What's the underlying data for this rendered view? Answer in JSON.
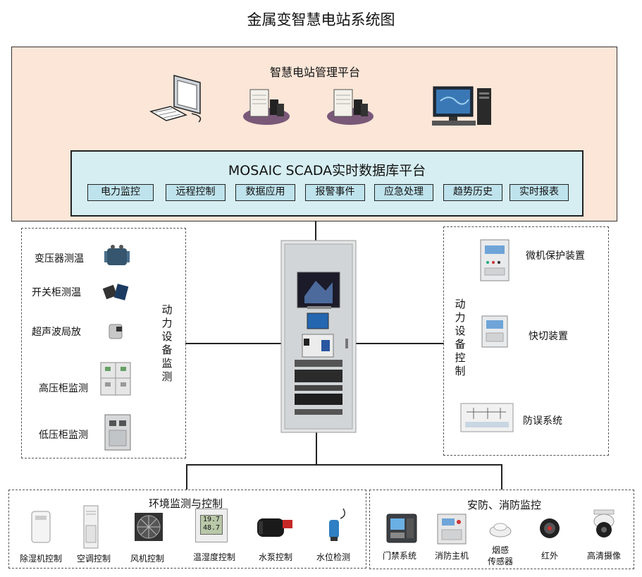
{
  "title": "金属变智慧电站系统图",
  "platform": {
    "title": "智慧电站管理平台",
    "scada_title": "MOSAIC SCADA实时数据库平台",
    "modules": [
      "电力监控",
      "远程控制",
      "数据应用",
      "报警事件",
      "应急处理",
      "趋势历史",
      "实时报表"
    ]
  },
  "power_monitoring": {
    "title": "动力设备监测",
    "items": [
      "变压器测温",
      "开关柜测温",
      "超声波局放",
      "高压柜监测",
      "低压柜监测"
    ]
  },
  "power_control": {
    "title": "动力设备控制",
    "items": [
      "微机保护装置",
      "快切装置",
      "防误系统"
    ]
  },
  "environment": {
    "title": "环境监测与控制",
    "items": [
      "除湿机控制",
      "空调控制",
      "风机控制",
      "温湿度控制",
      "水泵控制",
      "水位检测"
    ],
    "display_values": [
      "19.7",
      "48.7"
    ]
  },
  "security": {
    "title": "安防、消防监控",
    "items": [
      "门禁系统",
      "消防主机",
      "烟感",
      "传感器",
      "红外",
      "高清摄像"
    ]
  },
  "colors": {
    "platform_bg": "#fbe6d8",
    "scada_bg": "#d6eef2",
    "module_bg": "#bfe3ec"
  }
}
